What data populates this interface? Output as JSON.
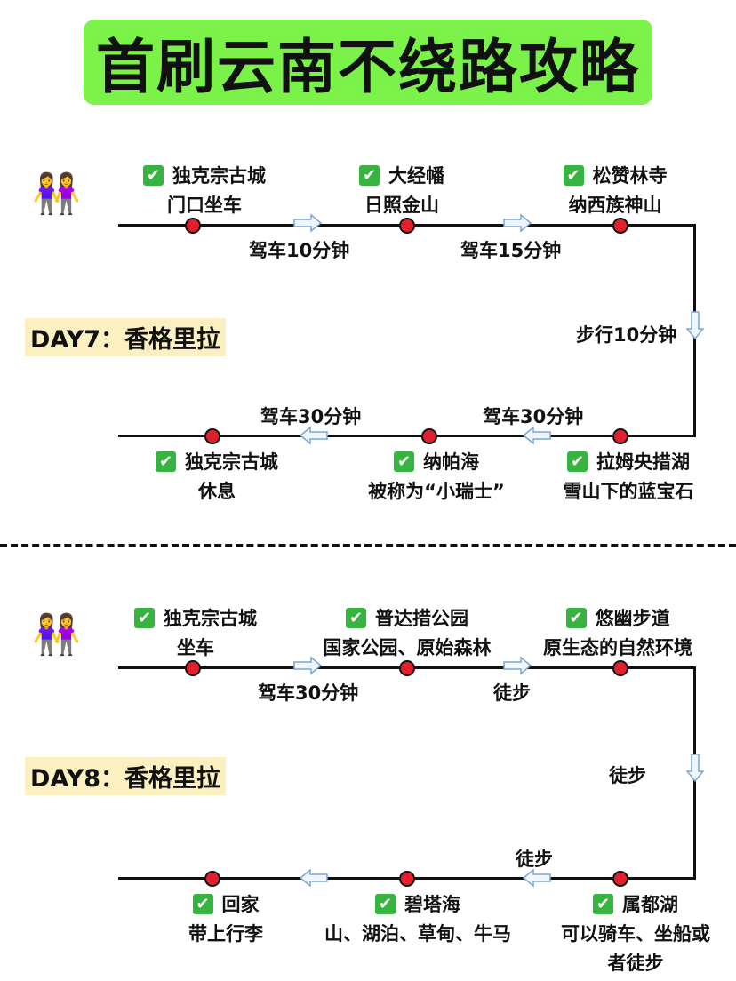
{
  "title": "首刷云南不绕路攻略",
  "people_icon": "👭",
  "check_icon": "✔",
  "day7": {
    "label": "DAY7：香格里拉",
    "stops": [
      {
        "name": "独克宗古城",
        "desc": "门口坐车"
      },
      {
        "name": "大经幡",
        "desc": "日照金山"
      },
      {
        "name": "松赞林寺",
        "desc": "纳西族神山"
      },
      {
        "name": "拉姆央措湖",
        "desc": "雪山下的蓝宝石"
      },
      {
        "name": "纳帕海",
        "desc": "被称为“小瑞士”"
      },
      {
        "name": "独克宗古城",
        "desc": "休息"
      }
    ],
    "legs": [
      "驾车10分钟",
      "驾车15分钟",
      "步行10分钟",
      "驾车30分钟",
      "驾车30分钟"
    ]
  },
  "day8": {
    "label": "DAY8：香格里拉",
    "stops": [
      {
        "name": "独克宗古城",
        "desc": "坐车"
      },
      {
        "name": "普达措公园",
        "desc": "国家公园、原始森林"
      },
      {
        "name": "悠幽步道",
        "desc": "原生态的自然环境"
      },
      {
        "name": "属都湖",
        "desc": "可以骑车、坐船或",
        "desc2": "者徒步"
      },
      {
        "name": "碧塔海",
        "desc": "山、湖泊、草甸、牛马"
      },
      {
        "name": "回家",
        "desc": "带上行李"
      }
    ],
    "legs": [
      "驾车30分钟",
      "徒步",
      "徒步",
      "徒步"
    ]
  },
  "colors": {
    "accent_green": "#7cf24a",
    "dot_red": "#e0202c",
    "check_green": "#36b43f",
    "day_bg": "#fdf0c0"
  }
}
